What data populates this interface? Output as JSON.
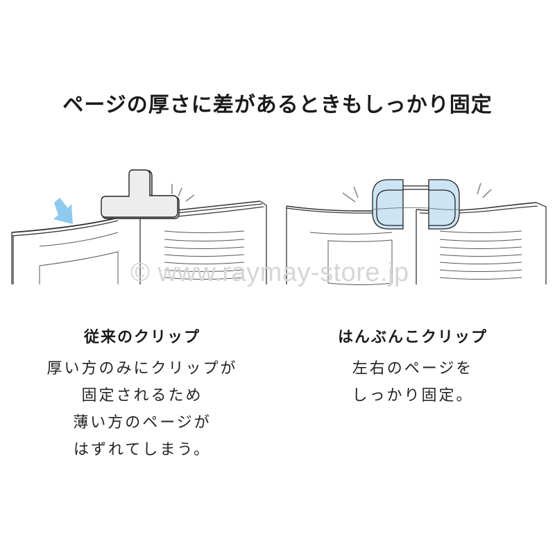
{
  "title": "ページの厚さに差があるときもしっかり固定",
  "watermark": "© www.raymay-store.jp",
  "colors": {
    "arrow": "#8ec9ef",
    "clip_new_fill": "#cde4f4",
    "clip_old_fill": "#ededed",
    "line": "#333333",
    "watermark": "#d6d6d6"
  },
  "illustrations": {
    "left": {
      "clip": "conventional-t-clip",
      "indicator": "blue-arrow"
    },
    "right": {
      "clip": "hanbun-clip-pair"
    }
  },
  "columns": [
    {
      "heading": "従来のクリップ",
      "lines": [
        "厚い方のみにクリップが",
        "固定されるため",
        "薄い方のページが",
        "はずれてしまう。"
      ]
    },
    {
      "heading": "はんぶんこクリップ",
      "lines": [
        "左右のページを",
        "しっかり固定。"
      ]
    }
  ]
}
